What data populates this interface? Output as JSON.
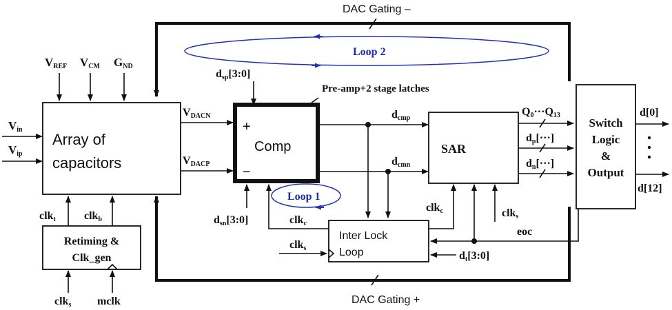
{
  "diagram": {
    "title": "SAR ADC block diagram with loop-unrolled comparator and DAC gating",
    "blocks": {
      "array": {
        "line1": "Array of",
        "line2": "capacitors"
      },
      "comp": {
        "label": "Comp",
        "plus": "+",
        "minus": "−",
        "note": "Pre-amp+2 stage latches"
      },
      "sar": {
        "label": "SAR"
      },
      "switch": {
        "line1": "Switch",
        "line2": "Logic",
        "line3": "&",
        "line4": "Output"
      },
      "interlock": {
        "line1": "Inter Lock",
        "line2": "Loop"
      },
      "retiming": {
        "line1": "Retiming &",
        "line2": "Clk_gen"
      }
    },
    "signals": {
      "vref": {
        "main": "V",
        "sub": "REF"
      },
      "vcm": {
        "main": "V",
        "sub": "CM"
      },
      "gnd": {
        "main": "G",
        "sub": "ND"
      },
      "vin": {
        "main": "V",
        "sub": "in"
      },
      "vip": {
        "main": "V",
        "sub": "ip"
      },
      "vdacn": {
        "main": "V",
        "sub": "DACN"
      },
      "vdacp": {
        "main": "V",
        "sub": "DACP"
      },
      "dsp": {
        "main": "d",
        "sub": "sp",
        "tail": "[3:0]"
      },
      "dsn": {
        "main": "d",
        "sub": "sn",
        "tail": "[3:0]"
      },
      "dcmp": {
        "main": "d",
        "sub": "cmp"
      },
      "dcmn": {
        "main": "d",
        "sub": "cmn"
      },
      "q": {
        "a": "Q",
        "asub": "0",
        "mid": "···Q",
        "bsub": "13"
      },
      "dp": {
        "main": "d",
        "sub": "p",
        "tail": "[···]"
      },
      "dn": {
        "main": "d",
        "sub": "n",
        "tail": "[···]"
      },
      "d0": "d[0]",
      "d12": "d[12]",
      "dots": "⋮",
      "clkt": {
        "main": "clk",
        "sub": "t"
      },
      "clkb": {
        "main": "clk",
        "sub": "b"
      },
      "clks_bottom": {
        "main": "clk",
        "sub": "s"
      },
      "mclk": "mclk",
      "clkc_left": {
        "main": "clk",
        "sub": "c"
      },
      "clkc_sar": {
        "main": "clk",
        "sub": "c"
      },
      "clks_sar": {
        "main": "clk",
        "sub": "s"
      },
      "clks_il": {
        "main": "clk",
        "sub": "s"
      },
      "eoc": "eoc",
      "dt": {
        "main": "d",
        "sub": "t",
        "tail": "[3:0]"
      }
    },
    "loops": {
      "loop1": "Loop 1",
      "loop2": "Loop 2"
    },
    "gating": {
      "top": "DAC Gating  –",
      "bottom": "DAC Gating  +"
    },
    "colors": {
      "line": "#111111",
      "loop": "#2233b0",
      "loop_text": "#1a2aa8"
    }
  }
}
